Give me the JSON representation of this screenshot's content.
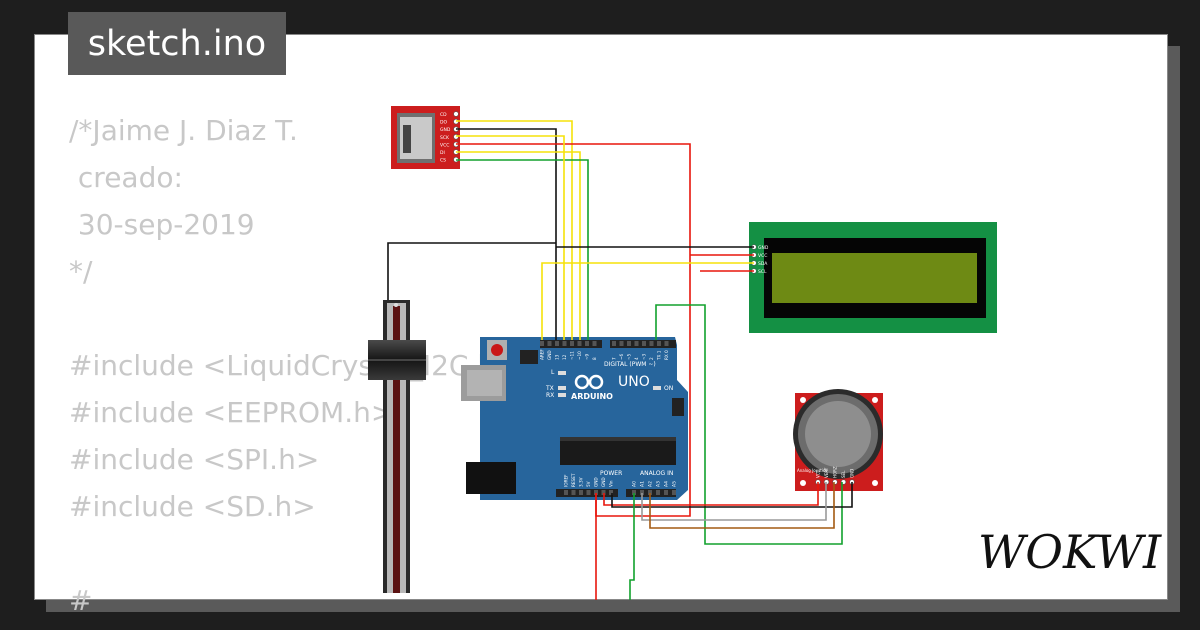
{
  "sketch": {
    "filename": "sketch.ino",
    "code_lines": [
      "/*Jaime J. Diaz T.",
      " creado:",
      " 30-sep-2019",
      "*/",
      "",
      "#include <LiquidCrystal_I2C.h>",
      "#include <EEPROM.h>",
      "#include <SPI.h>",
      "#include <SD.h>",
      "",
      "#"
    ]
  },
  "brand": {
    "logo_text": "WOKWI"
  },
  "arduino": {
    "brand_label": "ARDUINO",
    "model_label": "UNO",
    "digital_label": "DIGITAL (PWM ~)",
    "power_label": "POWER",
    "analog_label": "ANALOG IN",
    "on_label": "ON",
    "l_label": "L",
    "tx_label": "TX",
    "rx_label": "RX",
    "top_pins": [
      "AREF",
      "GND",
      "13",
      "12",
      "~11",
      "~10",
      "~9",
      "8",
      "7",
      "~6",
      "~5",
      "4",
      "~3",
      "2",
      "TX 1",
      "RX 0"
    ],
    "power_pins": [
      "IOREF",
      "RESET",
      "3.3V",
      "5V",
      "GND",
      "GND",
      "Vin"
    ],
    "analog_pins": [
      "A0",
      "A1",
      "A2",
      "A3",
      "A4",
      "A5"
    ]
  },
  "sd_module": {
    "pins": [
      "CD",
      "DO",
      "GND",
      "SCK",
      "VCC",
      "DI",
      "CS"
    ]
  },
  "lcd": {
    "pins": [
      "GND",
      "VCC",
      "SDA",
      "SCL"
    ],
    "backlight_color": "#6e8a14"
  },
  "joystick": {
    "label": "Analog Joystick",
    "pins": [
      "VCC",
      "VERT",
      "HORZ",
      "SEL",
      "GND"
    ]
  },
  "wire_colors": {
    "red": "#e8160c",
    "black": "#111111",
    "yellow": "#f5e20a",
    "green": "#12a12d",
    "brown": "#a35a12",
    "gray": "#9a9a9a"
  }
}
